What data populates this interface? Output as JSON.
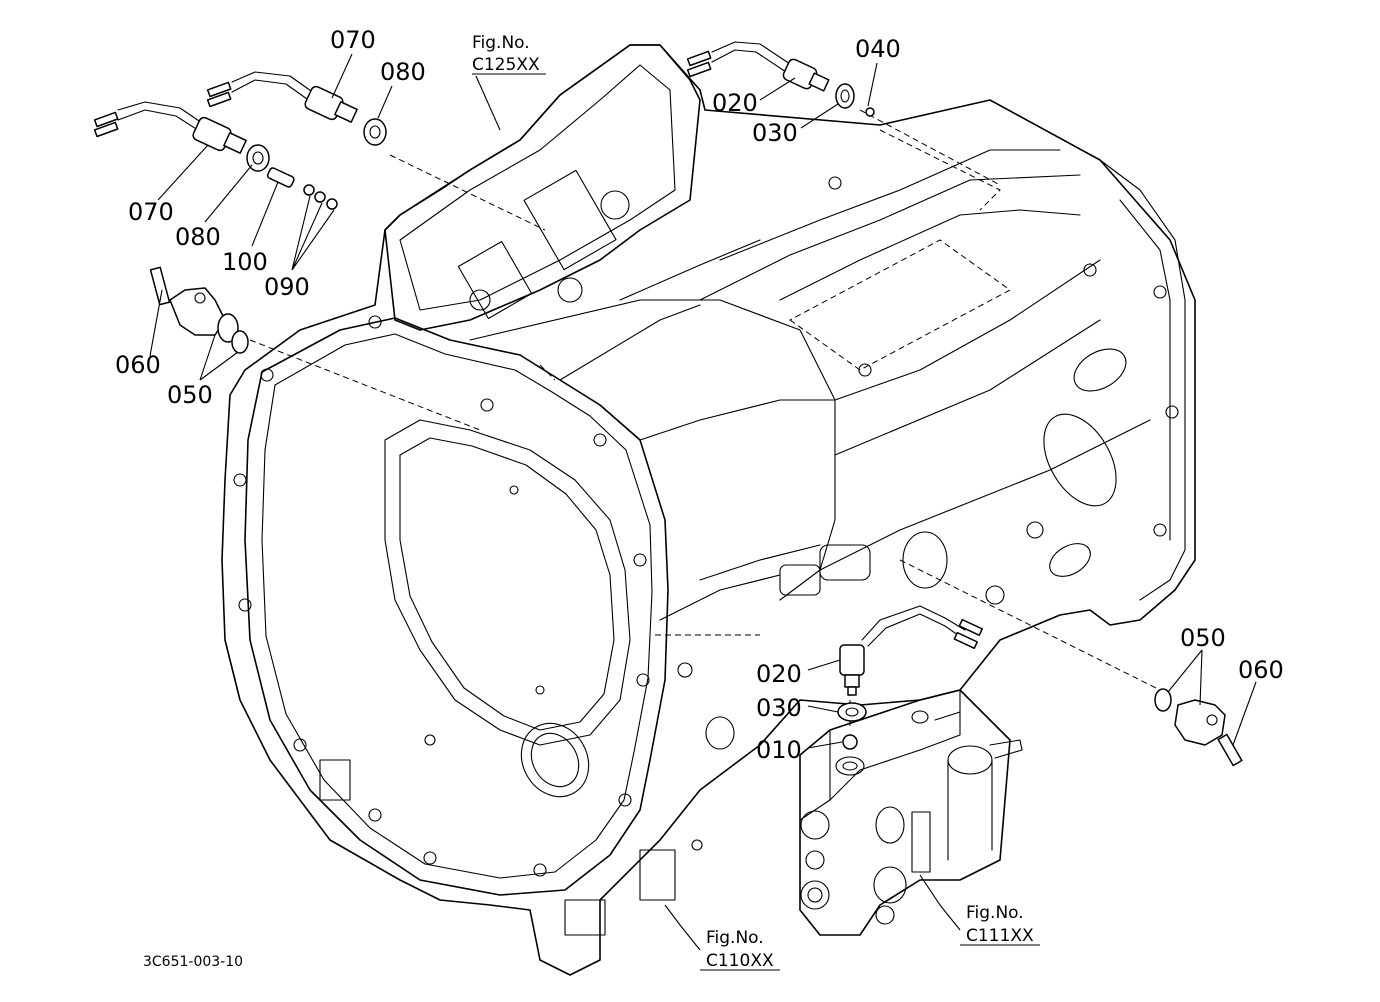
{
  "labels": {
    "l070a": "070",
    "l080a": "080",
    "l070b": "070",
    "l080b": "080",
    "l100": "100",
    "l090": "090",
    "l060a": "060",
    "l050a": "050",
    "l020a": "020",
    "l030a": "030",
    "l040": "040",
    "l020b": "020",
    "l030b": "030",
    "l010": "010",
    "l050b": "050",
    "l060b": "060"
  },
  "figure_refs": {
    "fig_top": {
      "title": "Fig.No.",
      "code": "C125XX"
    },
    "fig_bottom": {
      "title": "Fig.No.",
      "code": "C110XX"
    },
    "fig_right": {
      "title": "Fig.No.",
      "code": "C111XX"
    }
  },
  "drawing_number": "3C651-003-10"
}
